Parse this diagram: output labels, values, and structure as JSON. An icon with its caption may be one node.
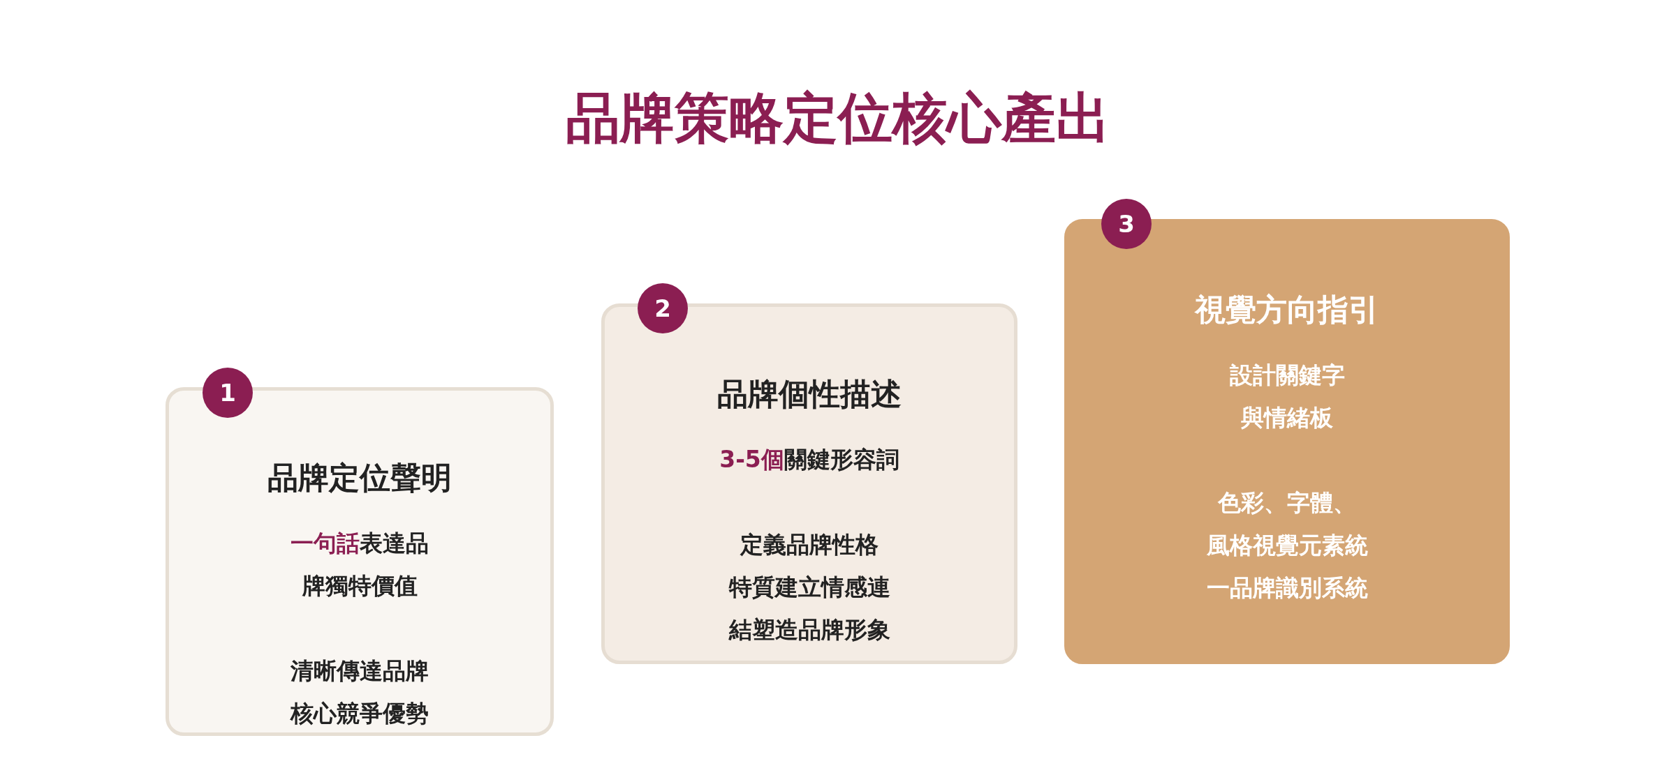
{
  "diagram": {
    "title": "品牌策略定位核心產出",
    "nodes": [
      {
        "text": [
          "1"
        ]
      },
      {
        "text": [
          "品牌定位聲明",
          "**一句話**表達品牌獨特價值",
          "清晰傳達品牌核心競爭優勢"
        ]
      },
      {
        "text": [
          "2"
        ]
      },
      {
        "text": [
          "品牌個性描述",
          "**3-5個**關鍵形容詞",
          "定義品牌性格特質建立情感連結塑造品牌形象"
        ]
      },
      {
        "text": [
          "3"
        ]
      },
      {
        "text": [
          "視覺方向指引",
          "設計關鍵字與情緒板",
          "色彩、字體、風格視覺元素統一品牌識別系統"
        ]
      }
    ]
  }
}
